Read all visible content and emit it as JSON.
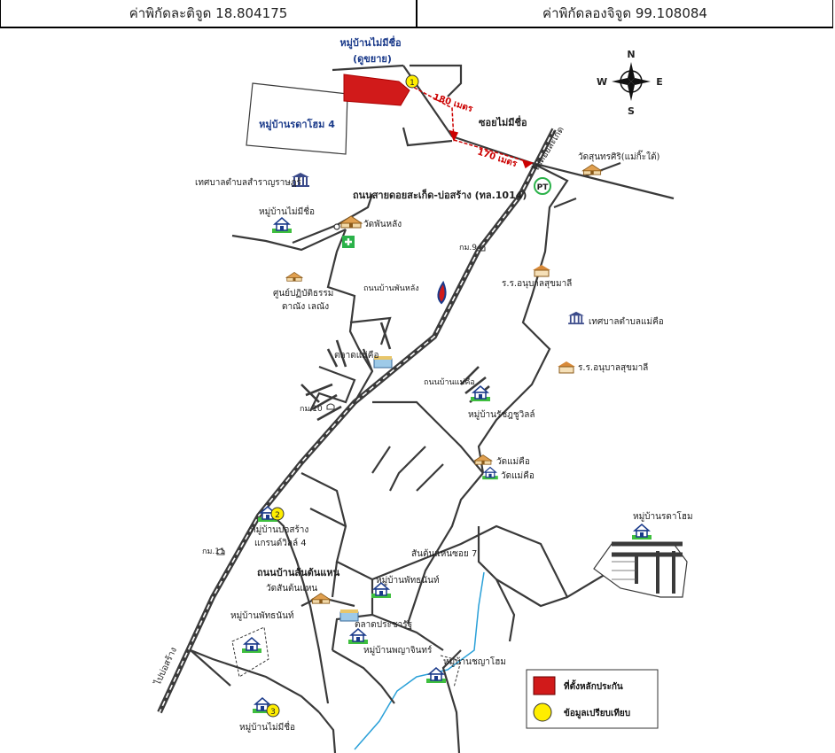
{
  "header": {
    "latitude_text": "ค่าพิกัดละติจูด 18.804175",
    "longitude_text": "ค่าพิกัดลองจิจูด 99.108084"
  },
  "compass": {
    "n": "N",
    "s": "S",
    "e": "E",
    "w": "W"
  },
  "colors": {
    "road": "#3a3a3a",
    "highway": "#3a3a3a",
    "river": "#2aa0d8",
    "subject_site": "#d11a1a",
    "comparable": "#ffee00",
    "distance": "#cc0000"
  },
  "labels": {
    "village_no_name_top": "หมู่บ้านไม่มีชื่อ",
    "village_no_name_top_sub": "(ดูขยาย)",
    "village_rodahome4": "หมู่บ้านรดาโฮม 4",
    "dist_180": "180 เมตร",
    "dist_170": "170 เมตร",
    "soi_no_name": "ซอยไม่มีชื่อ",
    "to_doi_saket": "ไปดอยสะเก็ด",
    "wat_sunthon": "วัดสุนทรศิริ(แม่กิ๊ะใต้)",
    "tessaban_samran": "เทศบาลตำบลสำราญราษฎร์",
    "highway_1014": "ถนนสายดอยสะเก็ด-บ่อสร้าง (ทล.1014)",
    "village_no_name_mid": "หมู่บ้านไม่มีชื่อ",
    "wat_phan_lang": "วัดพันหลัง",
    "km9": "กม.9",
    "hosp_sub": "ร.ร.อนุบาลสุขมาลี",
    "center": "ศูนย์ปฏิบัติธรรม",
    "center2": "ดาณัง เลณัง",
    "road_ban_phan_lang": "ถนนบ้านพันหลัง",
    "tessaban_maekue": "เทศบาลตำบลแม่คือ",
    "school": "ร.ร.อนุบาลสุขมาลี",
    "market_maekue": "ตลาดแม่คือ",
    "road_maekue": "ถนนบ้านแม่คือ",
    "village_rojchut": "หมู่บ้านรัชฎชูวิลล์",
    "km10": "กม.10",
    "wat_maekue": "วัดแม่คือ",
    "wat_maekue2": "วัดแม่คือ",
    "comp2_village": "หมู่บ้านบ่อสร้าง",
    "comp2_village2": "แกรนด์วิลล์ 4",
    "km11": "กม.11",
    "road_ton_haen": "ถนนบ้านสันต้นแหน",
    "wat_ton_haen": "วัดสันต้นแหน",
    "soi_ton_haen7": "สันต้นแหนซอย 7",
    "village_phattharanan": "หมู่บ้านพัทธนันท์",
    "market_prachara": "ตลาดประชารัฐ",
    "village_phattharanan2": "หมู่บ้านพัทธนันท์",
    "village_phayaphin": "หมู่บ้านพญาจินทร์",
    "village_chanya": "หมู่บ้านชญาโฮม",
    "village_rodahome": "หมู่บ้านรดาโฮม",
    "to_bo_sang": "ไปบ่อสร้าง",
    "comp3_village": "หมู่บ้านไม่มีชื่อ"
  },
  "markers": {
    "one": "1",
    "two": "2",
    "three": "3"
  },
  "legend": {
    "site": "ที่ตั้งหลักประกัน",
    "comparable": "ข้อมูลเปรียบเทียบ"
  }
}
